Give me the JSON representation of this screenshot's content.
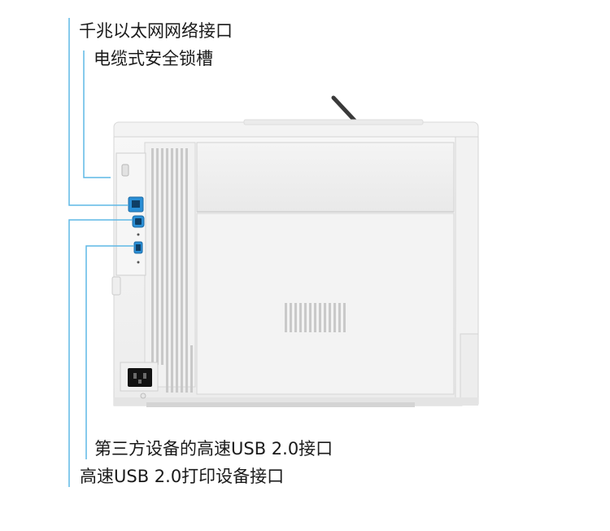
{
  "callouts": {
    "ethernet_port": "千兆以太网网络接口",
    "security_lock_slot": "电缆式安全锁槽",
    "usb_device_port": "第三方设备的高速USB 2.0接口",
    "usb_host_port": "高速USB 2.0打印设备接口"
  },
  "colors": {
    "leader_line": "#5fb8e6",
    "port_blue": "#2a8fd6",
    "printer_body": "#f1f1f1",
    "printer_shadow": "#dcdcdc",
    "text": "#1a1a1a"
  }
}
